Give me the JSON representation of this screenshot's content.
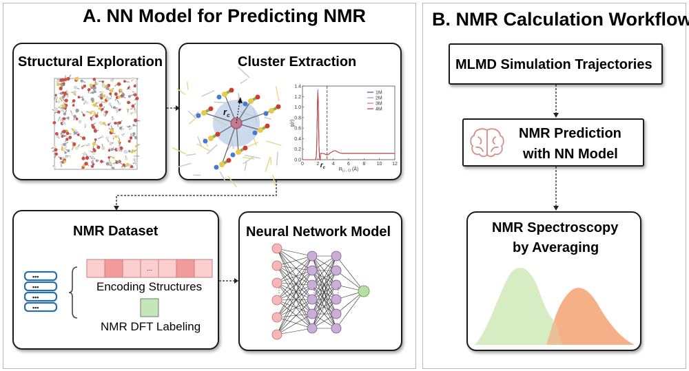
{
  "panel_a": {
    "title": "A. NN Model for Predicting NMR",
    "structural": {
      "title": "Structural Exploration"
    },
    "cluster": {
      "title": "Cluster Extraction",
      "rc_label": "r",
      "rc_sub": "c",
      "plot": {
        "ylabel": "g(r)",
        "xlabel": "R",
        "xlabel_sub": "Li - O",
        "xlabel_unit": "(Å)",
        "rc_marker": "r",
        "rc_marker_sub": "c",
        "yticks": [
          "0.0",
          "0.2",
          "0.4",
          "0.6",
          "0.8",
          "1.0",
          "1.2",
          "1.4"
        ],
        "xticks": [
          "0",
          "2",
          "4",
          "6",
          "8",
          "10",
          "12"
        ],
        "legend": [
          "1M",
          "2M",
          "3M",
          "4M"
        ],
        "colors": [
          "#3b4cc0",
          "#9a8fd0",
          "#d8707a",
          "#c0392b"
        ]
      }
    },
    "dataset": {
      "title": "NMR Dataset",
      "ellipsis": "...",
      "db_dots": [
        "•••",
        "•••",
        "•••",
        "•••"
      ],
      "encoding_label": "Encoding Structures",
      "labeling_label": "NMR DFT Labeling"
    },
    "nn": {
      "title": "Neural Network Model",
      "dots": "⋮"
    }
  },
  "panel_b": {
    "title": "B. NMR Calculation Workflow",
    "step1": "MLMD Simulation Trajectories",
    "step2_line1": "NMR Prediction",
    "step2_line2": "with NN Model",
    "step3_line1": "NMR Spectroscopy",
    "step3_line2": "by Averaging",
    "colors": {
      "peak1": "#c5e0a5",
      "peak2": "#f5a77a",
      "neuron": "#f4b8b8",
      "hidden": "#c9aed6",
      "output": "#b5dfa5"
    }
  }
}
